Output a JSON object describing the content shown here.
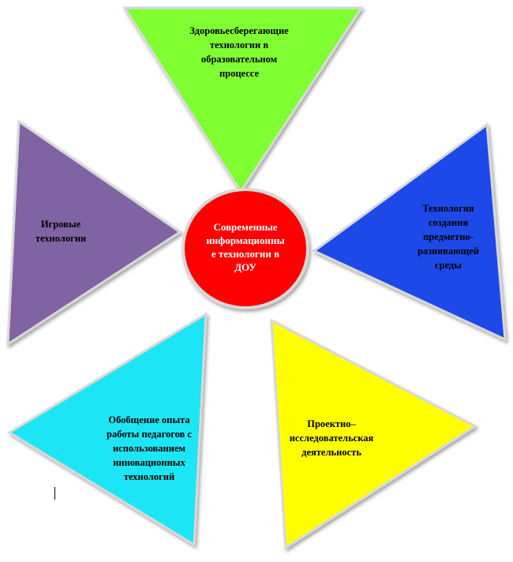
{
  "diagram": {
    "center": {
      "text": "Современные\nинформационны\nе технологии в\nДОУ",
      "color": "#ff0000"
    },
    "nodes": {
      "top": {
        "text": "Здоровьесберегающие\nтехнологии  в\nобразовательном\nпроцессе",
        "color": "#80ff33"
      },
      "left": {
        "text": "Игровые\nтехнологии",
        "color": "#8064a2"
      },
      "right": {
        "text": "Технология\nсоздания\nпредметно-\nразвивающей\nсреды",
        "color": "#1f49e8"
      },
      "bottom_left": {
        "text": "Обобщение опыта\nработы педагогов с\nиспользованием\nинновационных\nтехнологий",
        "color": "#1ae6f5"
      },
      "bottom_right": {
        "text": "Проектно–\nисследовательская\nдеятельность",
        "color": "#ffff00"
      }
    }
  }
}
